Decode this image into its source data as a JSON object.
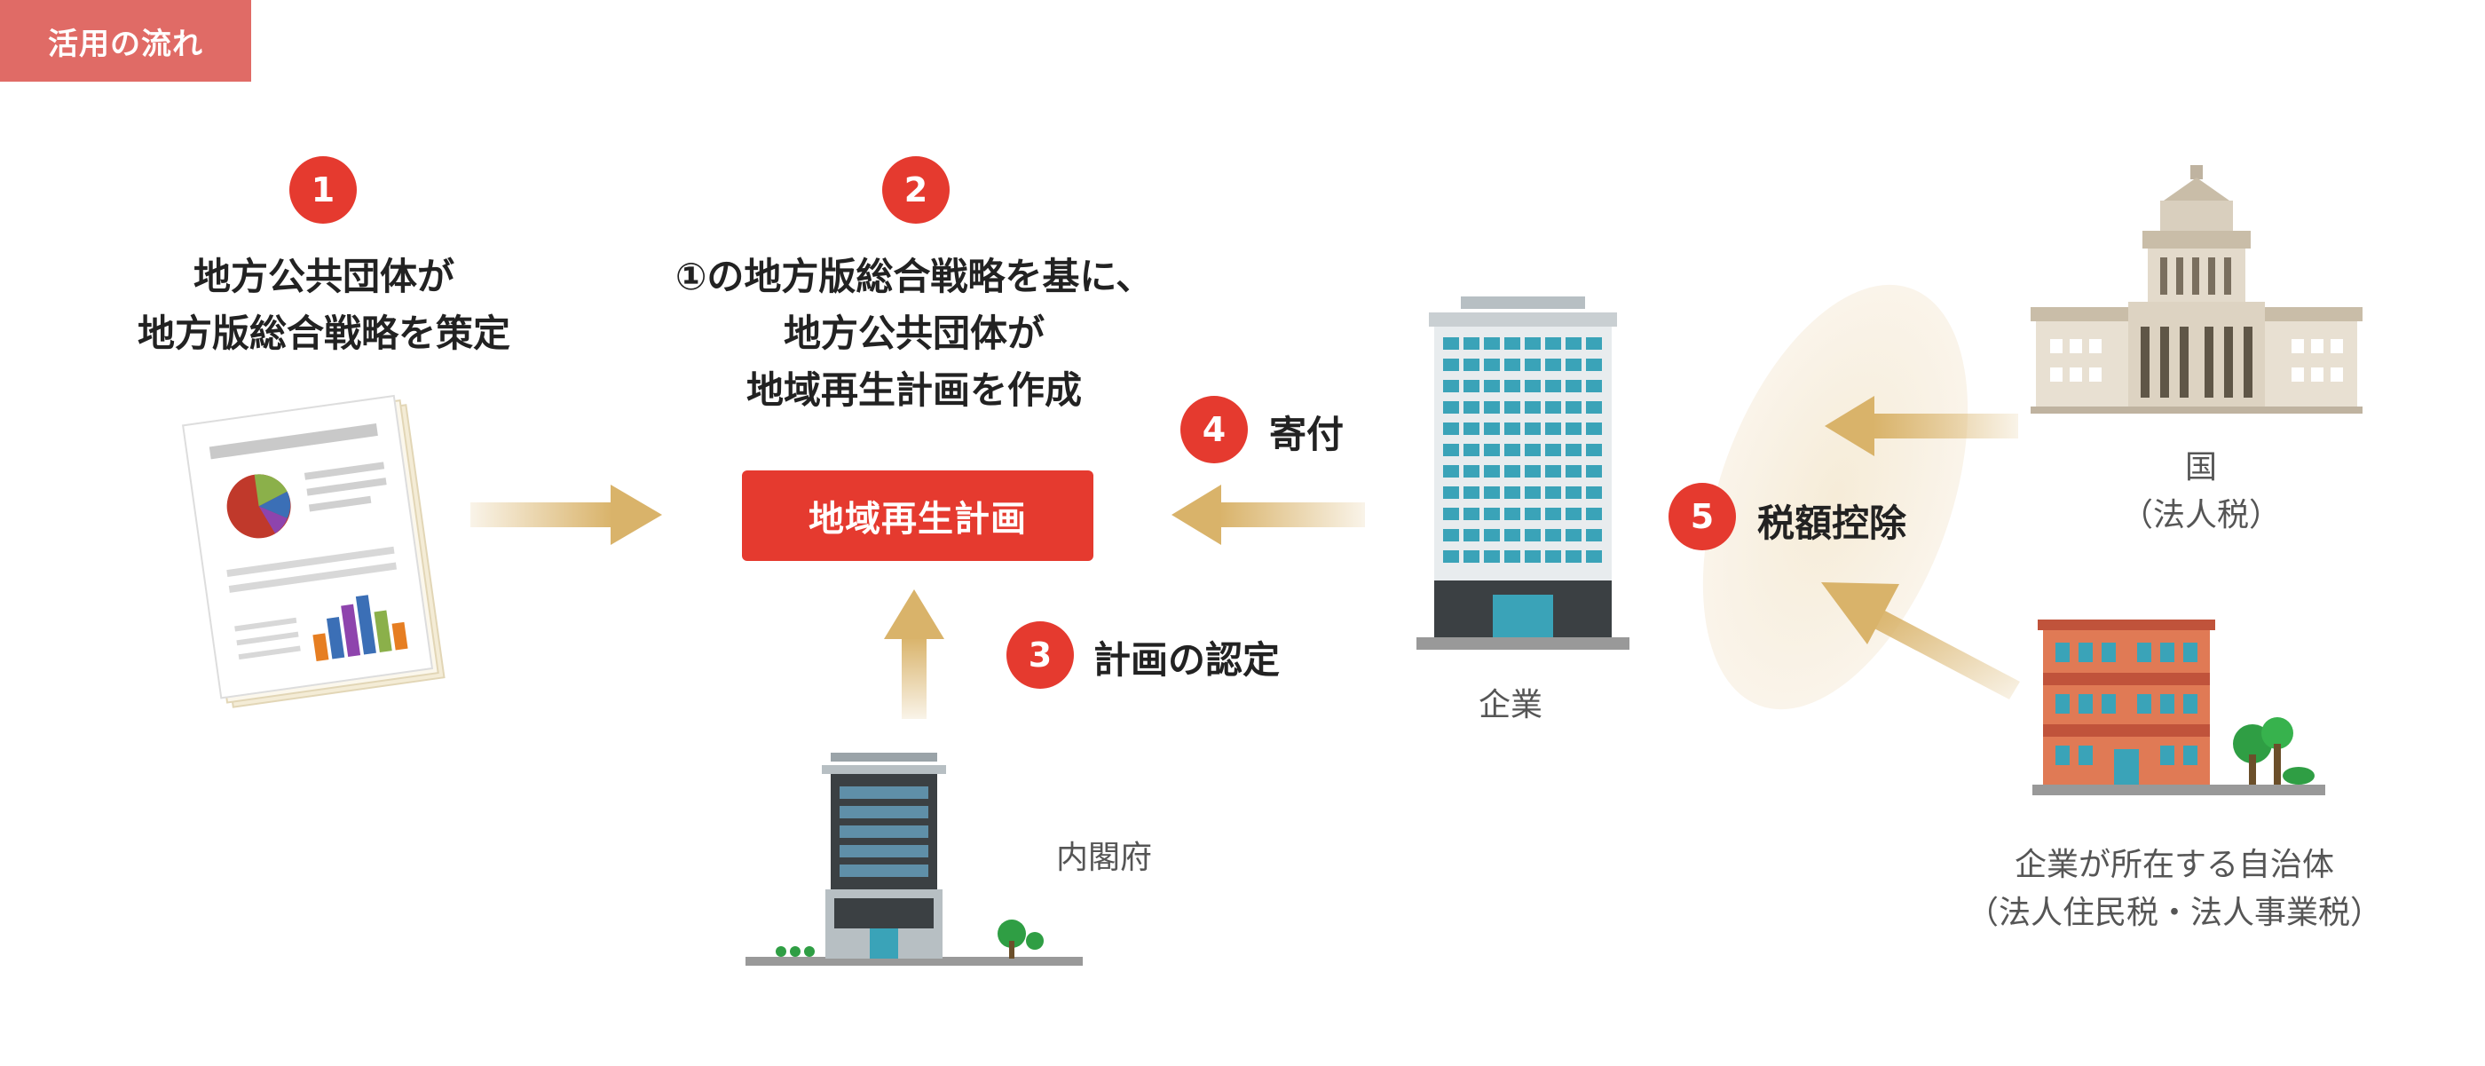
{
  "header": {
    "tab_label": "活用の流れ"
  },
  "steps": {
    "s1": {
      "number": "1",
      "lines": [
        "地方公共団体が",
        "地方版総合戦略を策定"
      ]
    },
    "s2": {
      "number": "2",
      "lines": [
        "①の地方版総合戦略を基に、",
        "地方公共団体が",
        "地域再生計画を作成"
      ]
    },
    "s3": {
      "number": "3",
      "label": "計画の認定"
    },
    "s4": {
      "number": "4",
      "label": "寄付"
    },
    "s5": {
      "number": "5",
      "label": "税額控除"
    }
  },
  "plan_box": {
    "label": "地域再生計画"
  },
  "actors": {
    "cabinet": {
      "label": "内閣府"
    },
    "company": {
      "label": "企業"
    },
    "nation": {
      "lines": [
        "国",
        "（法人税）"
      ]
    },
    "municipality": {
      "lines": [
        "企業が所在する自治体",
        "（法人住民税・法人事業税）"
      ]
    }
  },
  "colors": {
    "accent": "#e53a2f",
    "tab": "#e06b66",
    "arrow": "#d9b36a"
  }
}
